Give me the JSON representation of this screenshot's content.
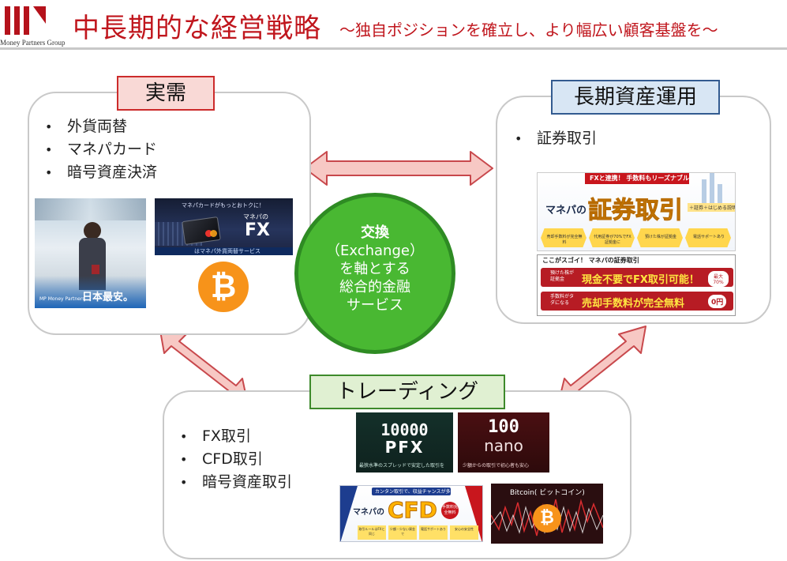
{
  "header": {
    "logo_text": "Money Partners Group",
    "title": "中長期的な経営戦略",
    "subtitle": "～独自ポジションを確立し、より幅広い顧客基盤を～"
  },
  "panels": {
    "jitsuju": {
      "tag": "実需",
      "items": [
        "外貨両替",
        "マネパカード",
        "暗号資産決済"
      ]
    },
    "choki": {
      "tag": "長期資産運用",
      "items": [
        "証券取引"
      ]
    },
    "trading": {
      "tag": "トレーディング",
      "items": [
        "FX取引",
        "CFD取引",
        "暗号資産取引"
      ]
    }
  },
  "center": {
    "lines": [
      "交換",
      "（Exchange）",
      "を軸とする",
      "総合的金融",
      "サービス"
    ]
  },
  "thumbs": {
    "airport": {
      "big": "日本最安。",
      "small": "MP Money Partners"
    },
    "card": {
      "top": "マネパカードがもっとおトクに！",
      "brand": "マネパの",
      "fx": "FX",
      "bottom": "はマネパ外貨両替サービス"
    },
    "bitcoin_symbol": "₿",
    "securities": {
      "ribbon": "FXと連携！ 手数料もリーズナブル！",
      "brand": "マネパの",
      "big": "証券取引",
      "note": "＋証券＋はじめる説明",
      "feats": [
        "売却手数料が完全無料",
        "代用証券が70%でFX証拠金に",
        "預けた株が証拠金",
        "電話サポートあり"
      ],
      "sub_head": "ここがスゴイ！ マネパの証券取引",
      "row1_label": "預けた株が証拠金",
      "row1_text": "現金不要でFX取引可能！",
      "row1_badge": "最大70%",
      "row2_label": "手数料がタダになる",
      "row2_text": "売却手数料が完全無料",
      "row2_badge": "0円"
    },
    "pfx": {
      "num": "10000",
      "name": "PFX",
      "caption": "最狭水準のスプレッドで安定した取引を"
    },
    "nano": {
      "num": "100",
      "name": "nano",
      "caption": "少額からの取引で初心者も安心"
    },
    "cfd": {
      "top": "カンタン取引で、収益チャンスが多い！",
      "brand": "マネパの",
      "big": "CFD",
      "badge": "手数料完全無料",
      "feats": [
        "取引ルールはFXと同じ",
        "少額・少ない資金で",
        "電話サポートあり",
        "安心の安全性"
      ]
    },
    "btc": {
      "title": "Bitcoin( ビットコイン)",
      "symbol": "₿"
    }
  },
  "colors": {
    "brand_red": "#c0161d",
    "arrow_fill": "#f7c8c4",
    "arrow_stroke": "#c8484c",
    "center_green": "#49b832",
    "bitcoin_orange": "#f7931a"
  }
}
